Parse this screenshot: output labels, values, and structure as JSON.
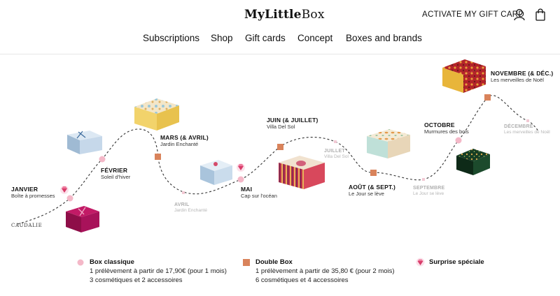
{
  "header": {
    "logo_bold": "MyLittle",
    "logo_light": "Box",
    "gift_card_label": "ACTIVATE MY GIFT CARD"
  },
  "nav": {
    "items": [
      "Subscriptions",
      "Shop",
      "Gift cards",
      "Concept",
      "Boxes and brands"
    ]
  },
  "timeline": {
    "janvier": {
      "month": "JANVIER",
      "theme": "Boîte à promesses",
      "brand": "CAUDALIE"
    },
    "fevrier": {
      "month": "FÉVRIER",
      "theme": "Soleil d'hiver"
    },
    "mars": {
      "month": "MARS (& AVRIL)",
      "theme": "Jardin Enchanté"
    },
    "avril": {
      "month": "AVRIL",
      "theme": "Jardin Enchanté"
    },
    "mai": {
      "month": "MAI",
      "theme": "Cap sur l'océan"
    },
    "juin": {
      "month": "JUIN (& JUILLET)",
      "theme": "Villa Del Sol"
    },
    "juillet": {
      "month": "JUILLET",
      "theme": "Villa Del Sol"
    },
    "aout": {
      "month": "AOÛT (& SEPT.)",
      "theme": "Le Jour se lève"
    },
    "septembre": {
      "month": "SEPTEMBRE",
      "theme": "Le Jour se lève"
    },
    "octobre": {
      "month": "OCTOBRE",
      "theme": "Murmures des bois"
    },
    "novembre": {
      "month": "NOVEMBRE (& DÉC.)",
      "theme": "Les merveilles de Noël"
    },
    "decembre": {
      "month": "DÉCEMBRE",
      "theme": "Les merveilles de Noël"
    }
  },
  "legend": {
    "classique": {
      "title": "Box classique",
      "line1": "1 prélèvement à partir de 17,90€ (pour 1 mois)",
      "line2": "3 cosmétiques et 2 accessoires"
    },
    "double": {
      "title": "Double Box",
      "line1": "1 prélèvement à partir de 35,80 € (pour 2 mois)",
      "line2": "6 cosmétiques et 4 accessoires"
    },
    "surprise": {
      "title": "Surprise spéciale"
    }
  },
  "colors": {
    "pink_dot": "#f4b8c8",
    "orange_square": "#d9835b",
    "grey_dot": "#f2c9d4",
    "magenta_box": "#b0145a"
  }
}
